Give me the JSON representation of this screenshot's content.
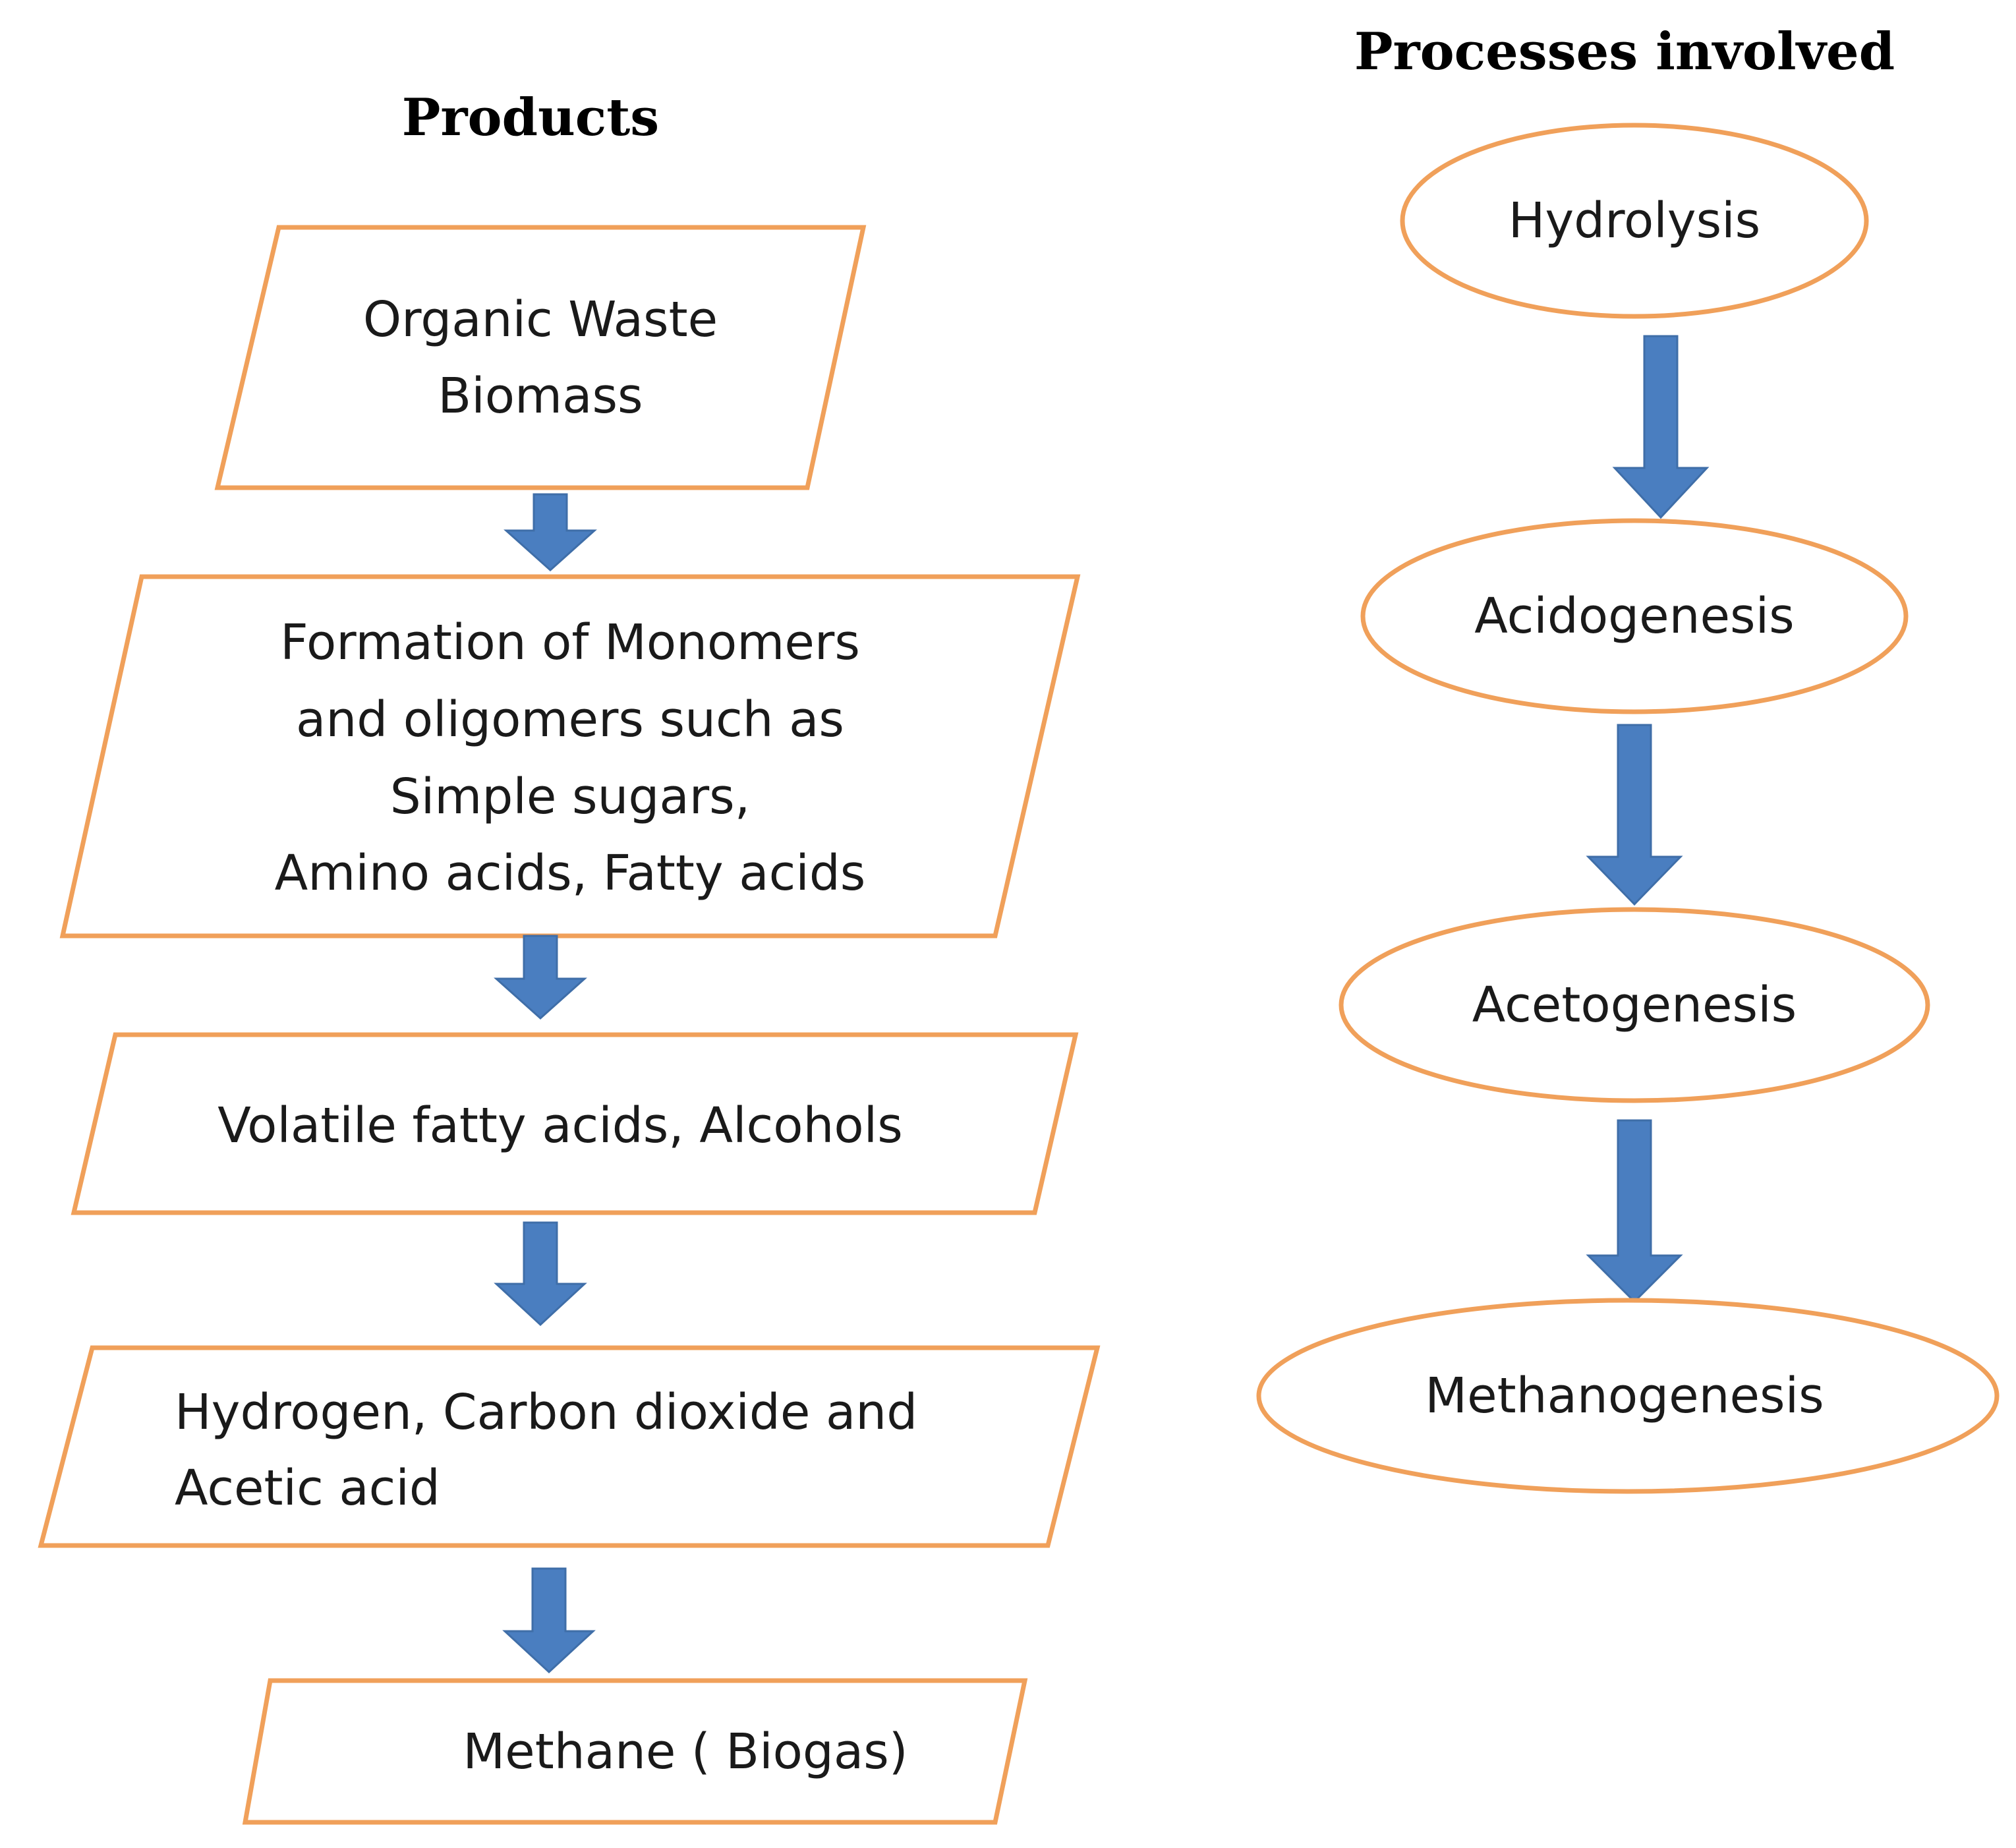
{
  "headings": {
    "products": "Products",
    "processes": "Processes involved"
  },
  "products": [
    {
      "lines": [
        "Organic Waste",
        "Biomass"
      ]
    },
    {
      "lines": [
        "Formation of Monomers",
        "and oligomers  such as",
        "Simple sugars,",
        "Amino acids, Fatty acids"
      ]
    },
    {
      "lines": [
        "Volatile fatty acids, Alcohols"
      ]
    },
    {
      "lines": [
        "Hydrogen, Carbon dioxide and",
        "Acetic acid"
      ]
    },
    {
      "lines": [
        "Methane ( Biogas)"
      ]
    }
  ],
  "processes": [
    {
      "label": "Hydrolysis"
    },
    {
      "label": "Acidogenesis"
    },
    {
      "label": "Acetogenesis"
    },
    {
      "label": "Methanogenesis"
    }
  ],
  "colors": {
    "box_border": "#F0A05A",
    "arrow_fill": "#4A7EC0"
  }
}
